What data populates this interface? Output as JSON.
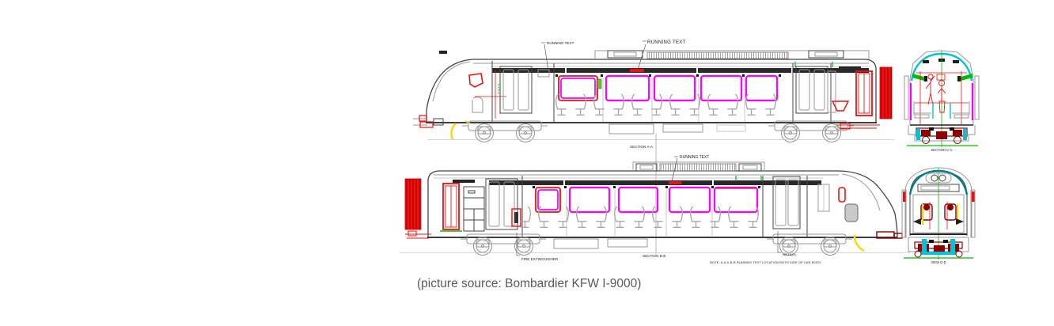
{
  "drawing": {
    "labels": {
      "running_text_top_small": "RUNNING TEXT",
      "running_text_top_large": "RUNNING TEXT",
      "running_text_bottom": "RUNNING TEXT",
      "section_a": "SECTION A-A",
      "section_b": "SECTION B-B",
      "section_c": "SECTION C-C",
      "view_d": "VIEW D-D",
      "fire_extinguisher": "FIRE EXTINGUISHER",
      "note_ref": "NOTE(1)",
      "note_text": "NOTE: A-A & B-B RUNNING TEXT LOCATION BOTH SIDE OF CAR BODY"
    },
    "colors": {
      "magenta": "#ff00ff",
      "red": "#ee1111",
      "dark_red": "#8b0000",
      "cyan": "#00c4d6",
      "teal": "#00808f",
      "green": "#00bf00",
      "yellow": "#ffd700",
      "caption_gray": "#595959"
    }
  },
  "caption": {
    "text": "(picture source: Bombardier KFW I-9000)"
  }
}
